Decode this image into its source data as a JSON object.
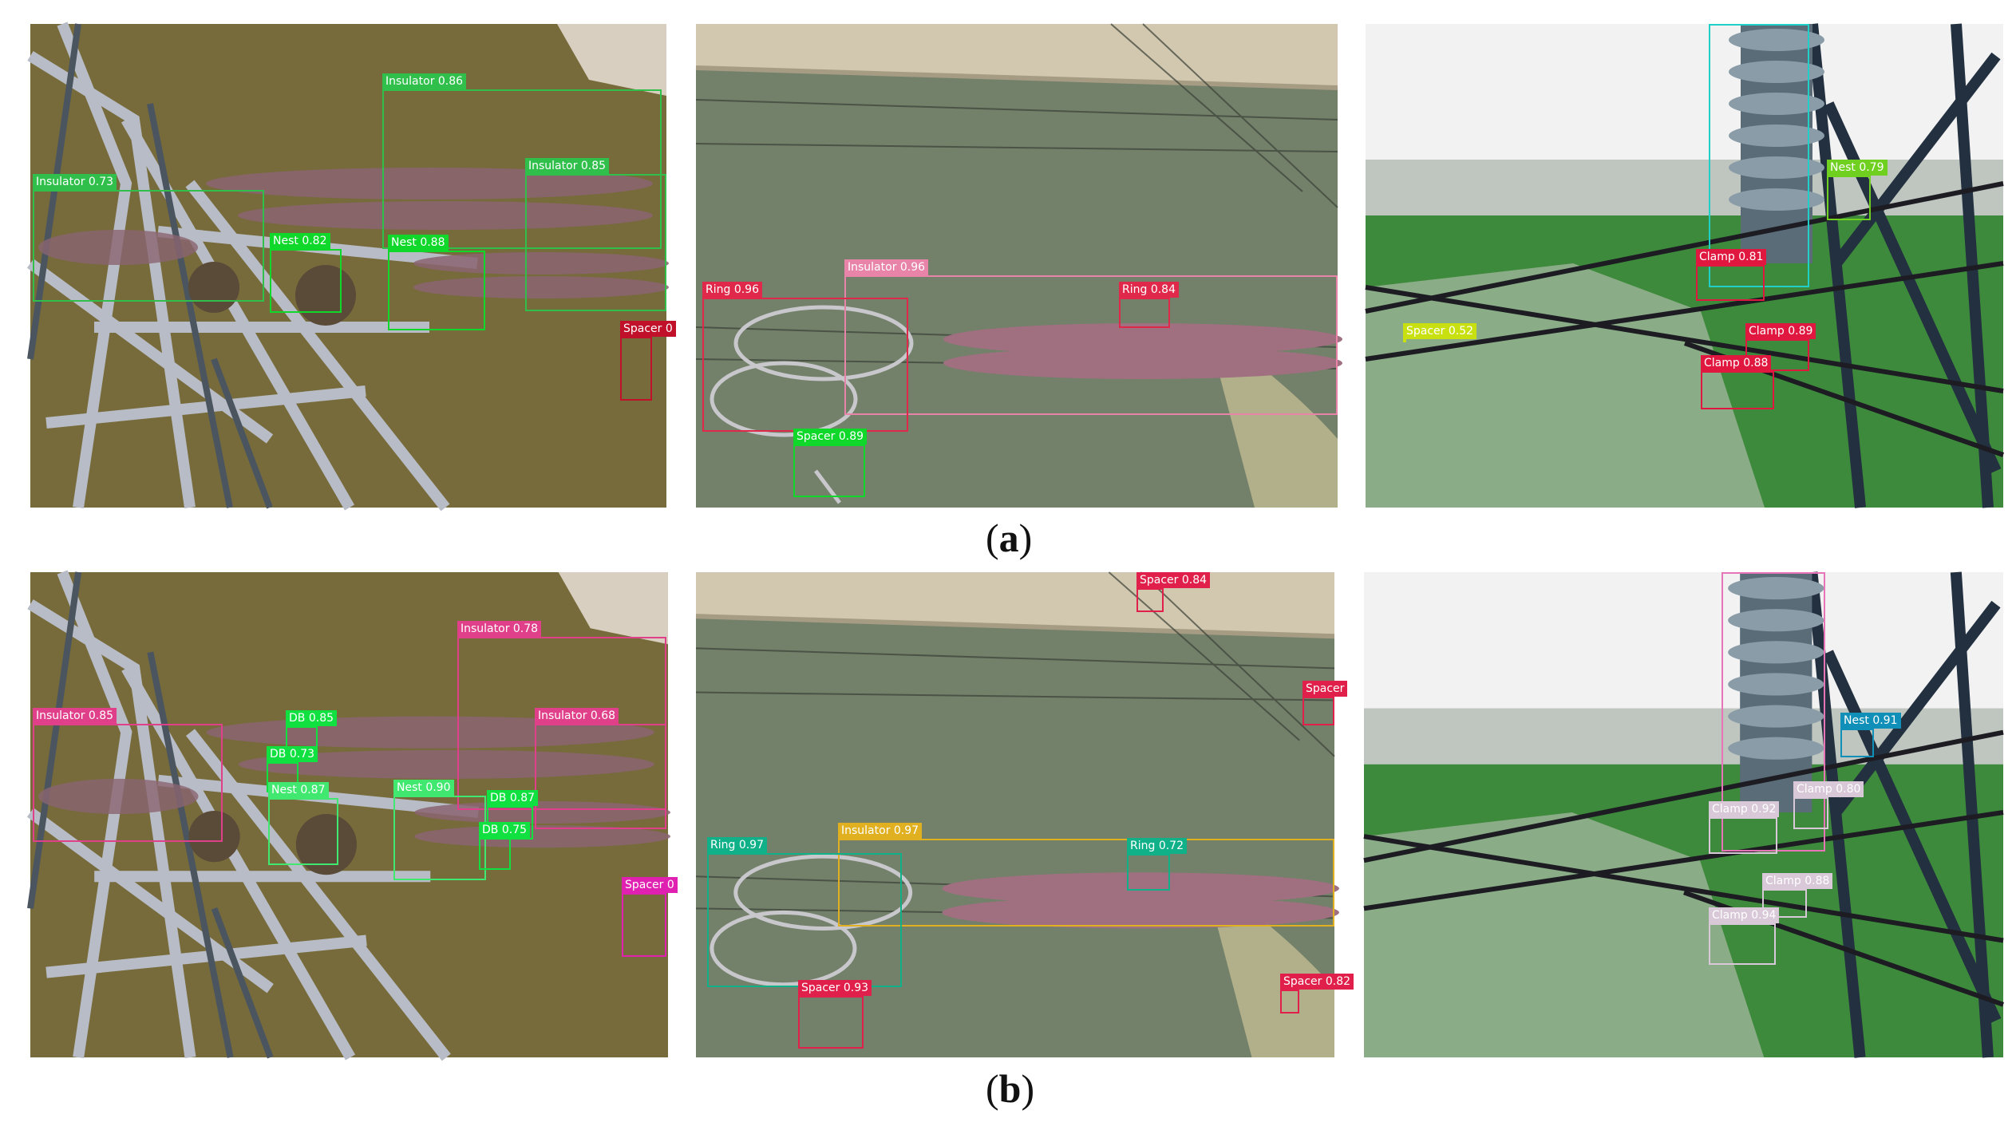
{
  "captions": {
    "a": "a",
    "b": "b"
  },
  "colors": {
    "insulator_a": "#2fbf4a",
    "nest_a": "#0fd82a",
    "spacer_a": "#c0102a",
    "ring_a": "#e0284a",
    "insulator_a2": "#e884a8",
    "clamp_a": "#e01840",
    "nest_a3": "#70d020",
    "spacer_a3": "#c8e010",
    "insulator_a3": "#20d0c8",
    "insulator_b": "#e0408a",
    "db_b": "#10e040",
    "nest_b": "#40e870",
    "spacer_b": "#e020b0",
    "ring_b": "#10b088",
    "insulator_b2": "#e0b020",
    "spacer_b2": "#e0204a",
    "clamp_b": "#d8c8d8",
    "nest_b3": "#1090b8",
    "insulator_b3": "#e874b8"
  },
  "panels": {
    "a1": [
      {
        "label": "Insulator 0.86",
        "color": "insulator_a"
      },
      {
        "label": "Insulator 0.73",
        "color": "insulator_a"
      },
      {
        "label": "Insulator 0.85",
        "color": "insulator_a"
      },
      {
        "label": "Nest 0.82",
        "color": "nest_a"
      },
      {
        "label": "Nest 0.88",
        "color": "nest_a"
      },
      {
        "label": "Spacer 0",
        "color": "spacer_a"
      }
    ],
    "a2": [
      {
        "label": "Insulator 0.96",
        "color": "insulator_a2"
      },
      {
        "label": "Ring 0.96",
        "color": "ring_a"
      },
      {
        "label": "Ring 0.84",
        "color": "ring_a"
      },
      {
        "label": "Spacer 0.89",
        "color": "nest_a"
      }
    ],
    "a3": [
      {
        "label": "",
        "color": "insulator_a3"
      },
      {
        "label": "Nest 0.79",
        "color": "nest_a3"
      },
      {
        "label": "Clamp 0.81",
        "color": "clamp_a"
      },
      {
        "label": "Spacer 0.52",
        "color": "spacer_a3"
      },
      {
        "label": "Clamp 0.89",
        "color": "clamp_a"
      },
      {
        "label": "Clamp 0.88",
        "color": "clamp_a"
      }
    ],
    "b1": [
      {
        "label": "Insulator 0.78",
        "color": "insulator_b"
      },
      {
        "label": "Insulator 0.85",
        "color": "insulator_b"
      },
      {
        "label": "Insulator 0.68",
        "color": "insulator_b"
      },
      {
        "label": "DB 0.85",
        "color": "db_b"
      },
      {
        "label": "DB 0.73",
        "color": "db_b"
      },
      {
        "label": "Nest 0.87",
        "color": "nest_b"
      },
      {
        "label": "Nest 0.90",
        "color": "nest_b"
      },
      {
        "label": "DB 0.87",
        "color": "db_b"
      },
      {
        "label": "DB 0.75",
        "color": "db_b"
      },
      {
        "label": "Spacer 0",
        "color": "spacer_b"
      }
    ],
    "b2": [
      {
        "label": "Spacer 0.84",
        "color": "spacer_b2"
      },
      {
        "label": "Spacer",
        "color": "spacer_b2"
      },
      {
        "label": "Insulator 0.97",
        "color": "insulator_b2"
      },
      {
        "label": "Ring 0.97",
        "color": "ring_b"
      },
      {
        "label": "Ring 0.72",
        "color": "ring_b"
      },
      {
        "label": "Spacer 0.93",
        "color": "spacer_b2"
      },
      {
        "label": "Spacer 0.82",
        "color": "spacer_b2"
      }
    ],
    "b3": [
      {
        "label": "",
        "color": "insulator_b3"
      },
      {
        "label": "Nest 0.91",
        "color": "nest_b3"
      },
      {
        "label": "Clamp 0.80",
        "color": "clamp_b"
      },
      {
        "label": "Clamp 0.92",
        "color": "clamp_b"
      },
      {
        "label": "Clamp 0.88",
        "color": "clamp_b"
      },
      {
        "label": "Clamp 0.94",
        "color": "clamp_b"
      }
    ]
  }
}
